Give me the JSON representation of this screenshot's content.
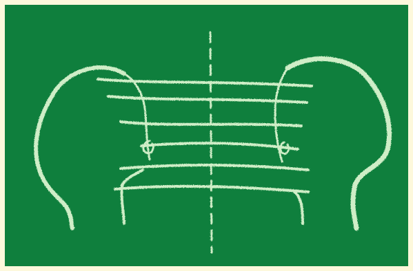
{
  "colors": {
    "border": "#fdf8dc",
    "background": "#0f7f3d",
    "chalk": "#cfeec7"
  },
  "illustration": {
    "subject": "chalk sketch",
    "elements": [
      "left-outer-contour",
      "right-outer-contour",
      "midline",
      "horizontal-strokes",
      "left-small-loop",
      "right-small-loop"
    ]
  }
}
